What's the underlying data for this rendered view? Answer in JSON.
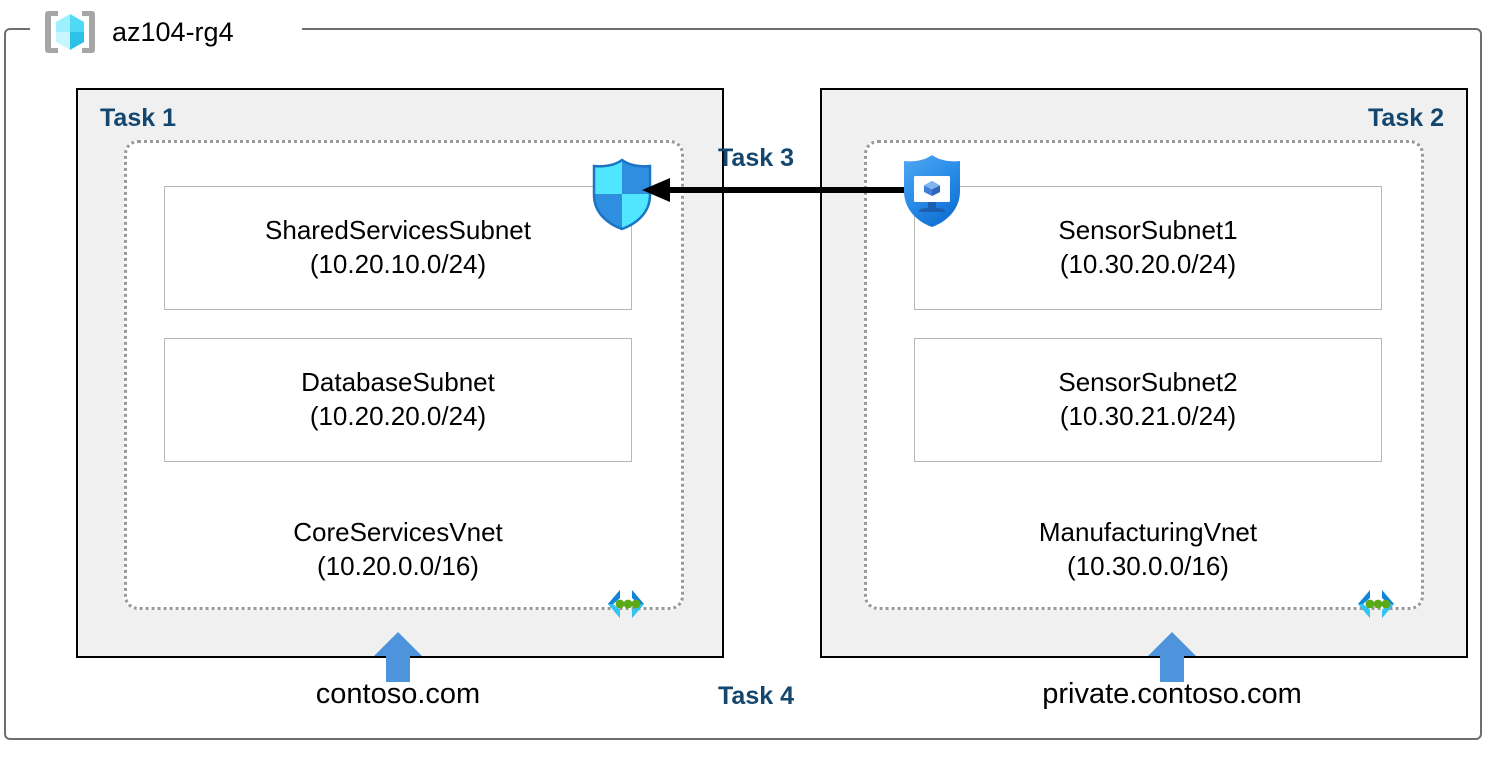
{
  "resource_group": {
    "name": "az104-rg4",
    "icon": "resource-group-cube-icon"
  },
  "colors": {
    "task_label": "#13476f",
    "task_box_fill": "#f0f0f0",
    "task_box_border": "#000000",
    "vnet_box_border": "#9a9a9a",
    "subnet_box_border": "#b6b6b6",
    "rg_boundary": "#6e6e6e",
    "dns_arrow": "#4e94dd",
    "nsg_shield_light": "#50e6ff",
    "nsg_shield_dark": "#1f88e0",
    "bastion_shield": "#2a8ce8",
    "vnet_glyph_dark": "#0f84d9",
    "vnet_glyph_light": "#32c5f4",
    "vnet_glyph_dot": "#5aa916"
  },
  "tasks": [
    {
      "id": "task-1",
      "label": "Task 1"
    },
    {
      "id": "task-2",
      "label": "Task 2"
    },
    {
      "id": "task-3",
      "label": "Task 3"
    },
    {
      "id": "task-4",
      "label": "Task 4"
    }
  ],
  "vnets": [
    {
      "id": "core-services-vnet",
      "name": "CoreServicesVnet",
      "cidr": "(10.20.0.0/16)",
      "task": "Task 1",
      "icon": "virtual-network-icon",
      "subnets": [
        {
          "id": "shared-services-subnet",
          "name": "SharedServicesSubnet",
          "cidr": "(10.20.10.0/24)"
        },
        {
          "id": "database-subnet",
          "name": "DatabaseSubnet",
          "cidr": "(10.20.20.0/24)"
        }
      ],
      "dns_zone": "contoso.com"
    },
    {
      "id": "manufacturing-vnet",
      "name": "ManufacturingVnet",
      "cidr": "(10.30.0.0/16)",
      "task": "Task 2",
      "icon": "virtual-network-icon",
      "subnets": [
        {
          "id": "sensor-subnet-1",
          "name": "SensorSubnet1",
          "cidr": "(10.30.20.0/24)"
        },
        {
          "id": "sensor-subnet-2",
          "name": "SensorSubnet2",
          "cidr": "(10.30.21.0/24)"
        }
      ],
      "dns_zone": "private.contoso.com"
    }
  ],
  "icons": {
    "nsg": "network-security-group-shield-icon",
    "bastion": "bastion-shield-monitor-icon",
    "peering_arrow": "peering-arrow-left-icon",
    "dns_arrow": "dns-zone-link-arrow-up-icon"
  }
}
